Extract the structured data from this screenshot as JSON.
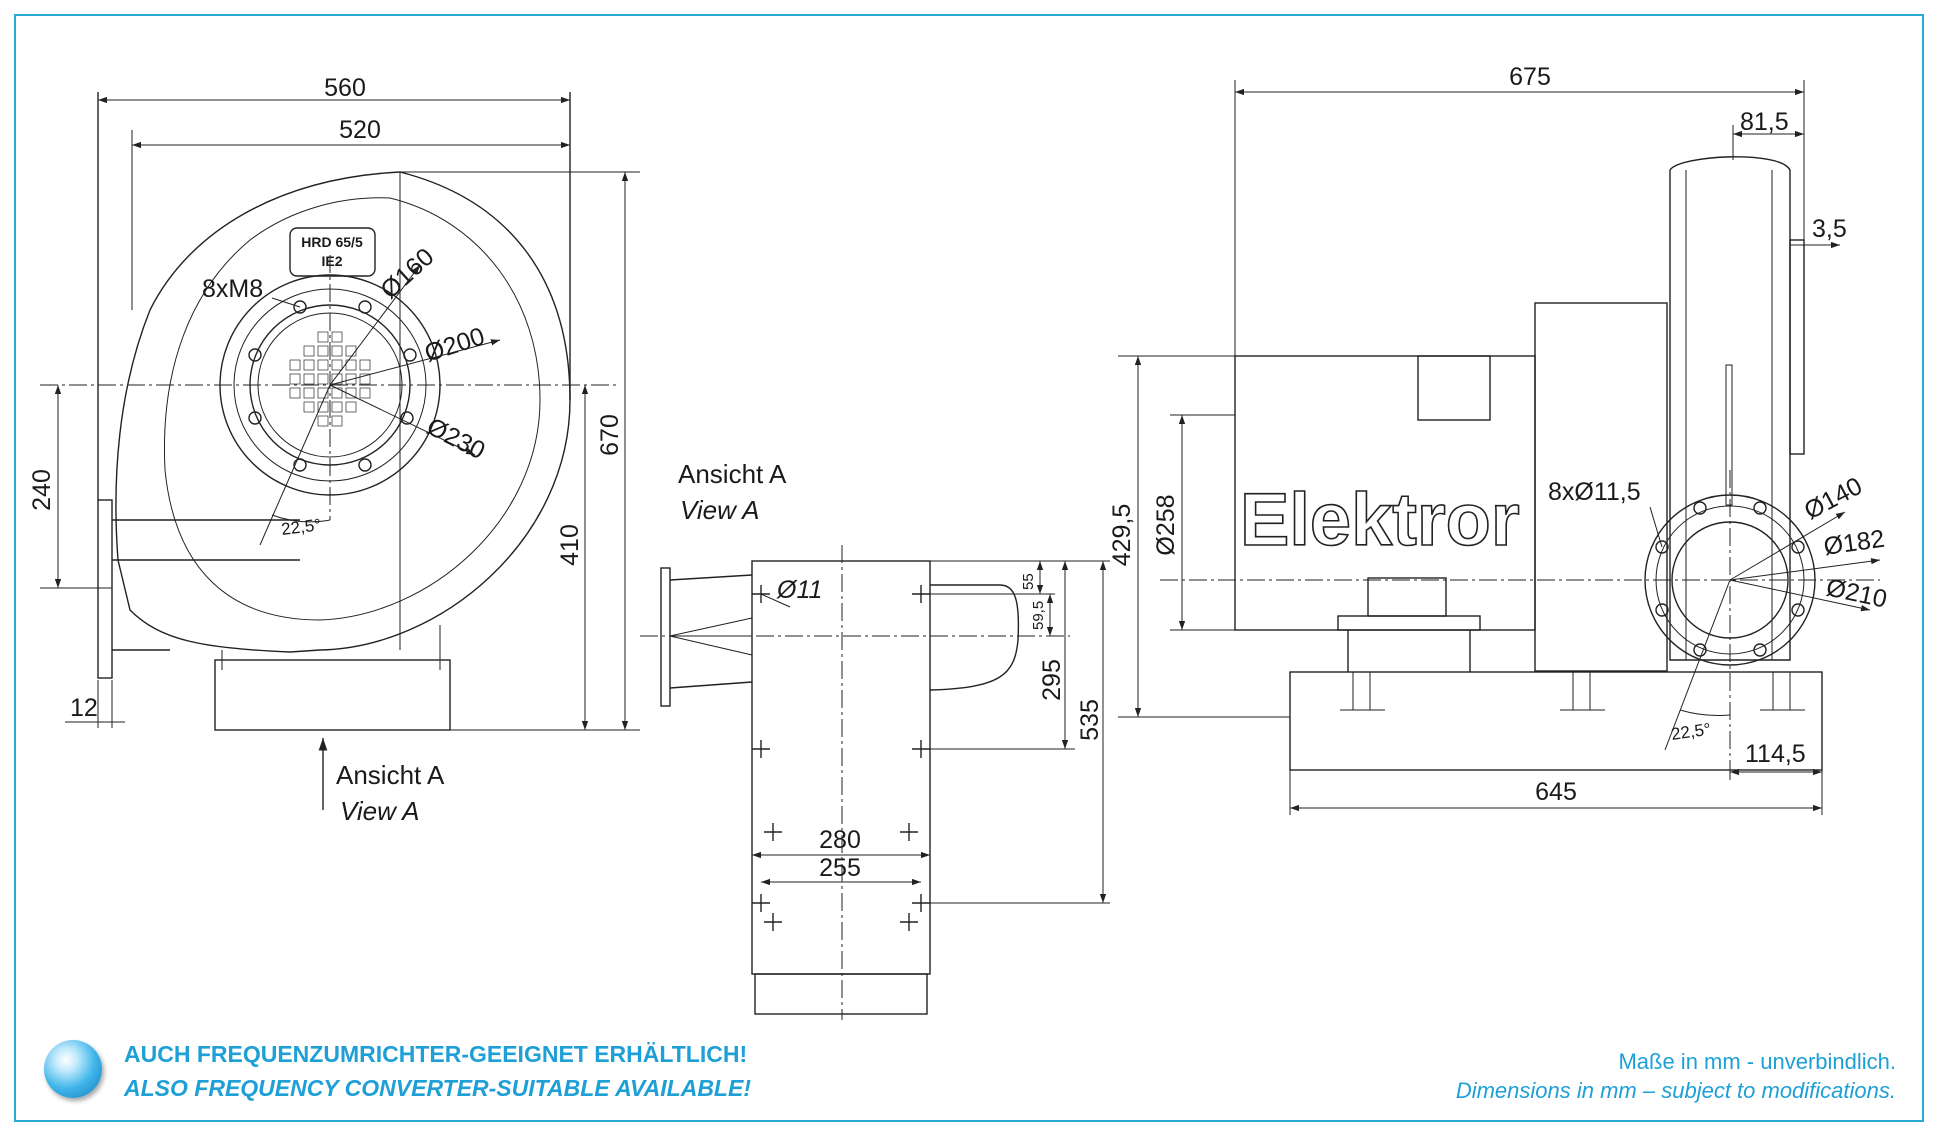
{
  "front_view": {
    "dims": {
      "w560": "560",
      "w520": "520",
      "h670": "670",
      "h410": "410",
      "h240": "240",
      "t12": "12",
      "d160": "Ø160",
      "d200": "Ø200",
      "d230": "Ø230",
      "bolts": "8xM8",
      "angle": "22,5°"
    },
    "nameplate": {
      "line1": "HRD 65/5",
      "line2": "IE2"
    },
    "view_arrow": {
      "de": "Ansicht A",
      "en": "View A"
    }
  },
  "view_a": {
    "title_de": "Ansicht A",
    "title_en": "View A",
    "dims": {
      "hole": "Ø11",
      "d55": "55",
      "d59": "59,5",
      "d295": "295",
      "d535": "535",
      "d280": "280",
      "d255": "255"
    }
  },
  "side_view": {
    "dims": {
      "w675": "675",
      "w81": "81,5",
      "t3": "3,5",
      "h429": "429,5",
      "d258": "Ø258",
      "bolts": "8xØ11,5",
      "d140": "Ø140",
      "d182": "Ø182",
      "d210": "Ø210",
      "angle": "22,5°",
      "w114": "114,5",
      "w645": "645"
    },
    "brand": "Elektror"
  },
  "footer": {
    "note_de": "AUCH FREQUENZUMRICHTER-GEEIGNET ERHÄLTLICH!",
    "note_en": "ALSO FREQUENCY CONVERTER-SUITABLE AVAILABLE!",
    "units_de": "Maße in mm - unverbindlich.",
    "units_en": "Dimensions in mm – subject to modifications."
  },
  "colors": {
    "accent": "#1e9fd6",
    "border": "#29a9d8",
    "line": "#222222"
  }
}
